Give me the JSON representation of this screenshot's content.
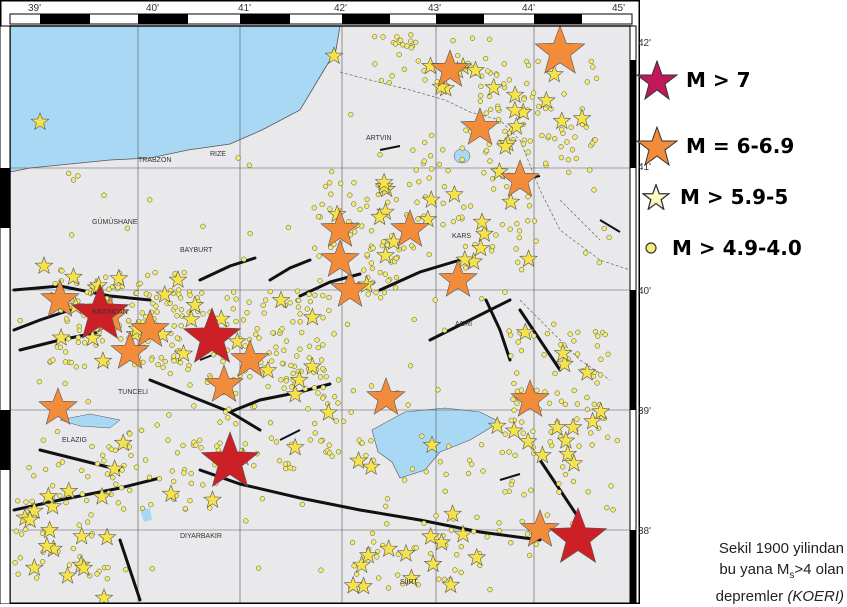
{
  "map": {
    "top_ticks": [
      "39'",
      "40'",
      "41'",
      "42'",
      "43'",
      "44'",
      "45'"
    ],
    "right_ticks": [
      "42'",
      "41'",
      "40'",
      "39'",
      "38'"
    ],
    "places": [
      "TRABZON",
      "RIZE",
      "ARTVIN",
      "GÜMÜSHANE",
      "BAYBURT",
      "KARS",
      "ERZINCAN",
      "AGRI",
      "TUNCELI",
      "ELAZIG",
      "DIYARBAKIR",
      "SIIRT"
    ],
    "colors": {
      "sea": "#a9d8f5",
      "land": "#e9e9ec",
      "m7": "#cc1f26",
      "m6": "#f28c3a",
      "m5": "#f6e34c",
      "m4": "#f2ec6a",
      "fault": "#111111"
    }
  },
  "legend": {
    "items": [
      {
        "label": "M > 7",
        "color": "#c2185b",
        "icon": "star-icon-large"
      },
      {
        "label": "M = 6-6.9",
        "color": "#f28c3a",
        "icon": "star-icon-medium"
      },
      {
        "label": "M > 5.9-5",
        "color": "#fbf8c4",
        "icon": "star-icon-small"
      },
      {
        "label": "M > 4.9-4.0",
        "color": "#f6ef7a",
        "icon": "circle-icon"
      }
    ]
  },
  "caption": {
    "line1": "Sekil  1900 yilindan",
    "line2_pre": "bu yana M",
    "line2_sub": "s",
    "line2_post": ">4 olan",
    "line3_pre": "depremler ",
    "line3_ital": "(KOERI)"
  }
}
